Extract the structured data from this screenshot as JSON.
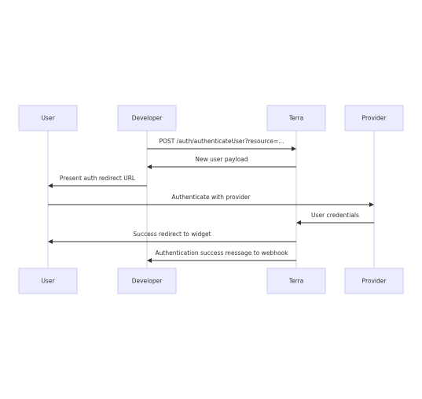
{
  "participants": [
    {
      "id": "user",
      "label": "User"
    },
    {
      "id": "developer",
      "label": "Developer"
    },
    {
      "id": "terra",
      "label": "Terra"
    },
    {
      "id": "provider",
      "label": "Provider"
    }
  ],
  "messages": [
    {
      "from": "developer",
      "to": "terra",
      "label": "POST /auth/authenticateUser?resource=..."
    },
    {
      "from": "terra",
      "to": "developer",
      "label": "New user payload"
    },
    {
      "from": "developer",
      "to": "user",
      "label": "Present auth redirect URL"
    },
    {
      "from": "user",
      "to": "provider",
      "label": "Authenticate with provider"
    },
    {
      "from": "provider",
      "to": "terra",
      "label": "User credentials"
    },
    {
      "from": "terra",
      "to": "user",
      "label": "Success redirect to widget"
    },
    {
      "from": "terra",
      "to": "developer",
      "label": "Authentication success message to webhook"
    }
  ],
  "colors": {
    "actor_fill": "#ececff",
    "actor_stroke": "#cbcbf3",
    "lifeline": "#c8c8e8",
    "arrow": "#333333",
    "text": "#333333"
  }
}
